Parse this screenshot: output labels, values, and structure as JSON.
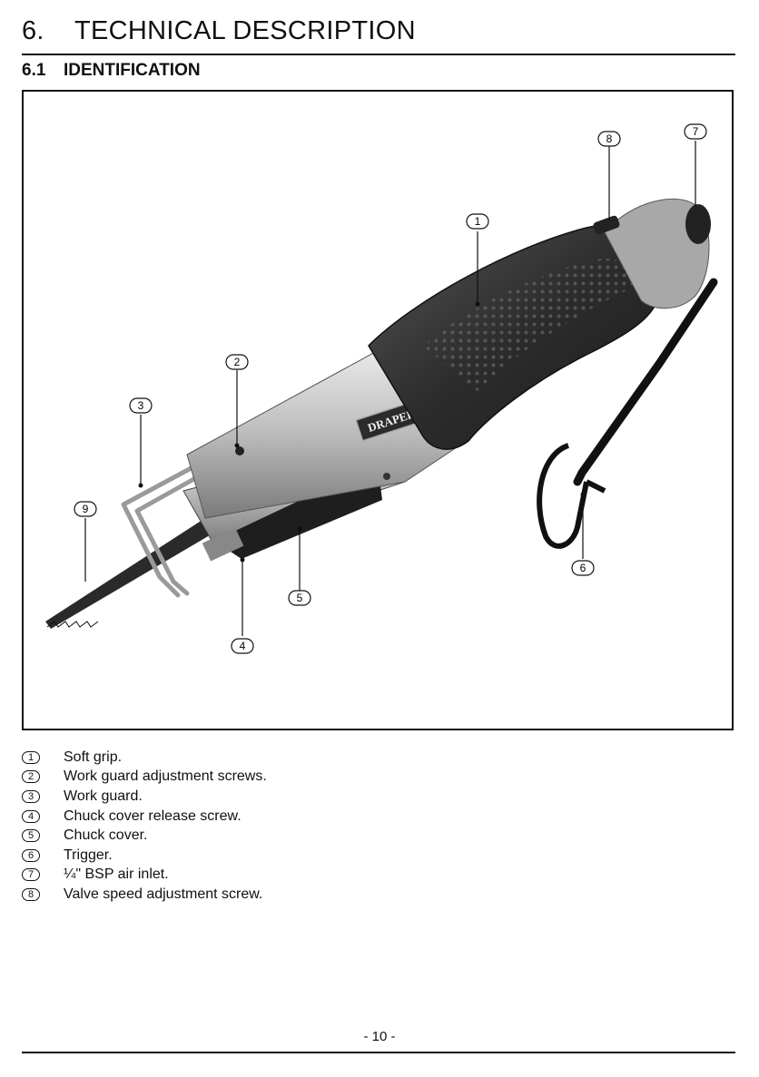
{
  "header": {
    "section_number": "6.",
    "section_title": "TECHNICAL DESCRIPTION"
  },
  "subheader": {
    "number": "6.1",
    "title": "IDENTIFICATION"
  },
  "figure": {
    "brand": "DRAPER",
    "callouts": [
      "1",
      "2",
      "3",
      "4",
      "5",
      "6",
      "7",
      "8",
      "9"
    ]
  },
  "legend": [
    {
      "num": "1",
      "text": "Soft grip."
    },
    {
      "num": "2",
      "text": "Work guard adjustment screws."
    },
    {
      "num": "3",
      "text": "Work guard."
    },
    {
      "num": "4",
      "text": "Chuck cover release screw."
    },
    {
      "num": "5",
      "text": "Chuck cover."
    },
    {
      "num": "6",
      "text": "Trigger."
    },
    {
      "num": "7",
      "text": "¼\" BSP air inlet."
    },
    {
      "num": "8",
      "text": "Valve speed adjustment screw."
    }
  ],
  "footer": {
    "page_number": "- 10 -"
  }
}
